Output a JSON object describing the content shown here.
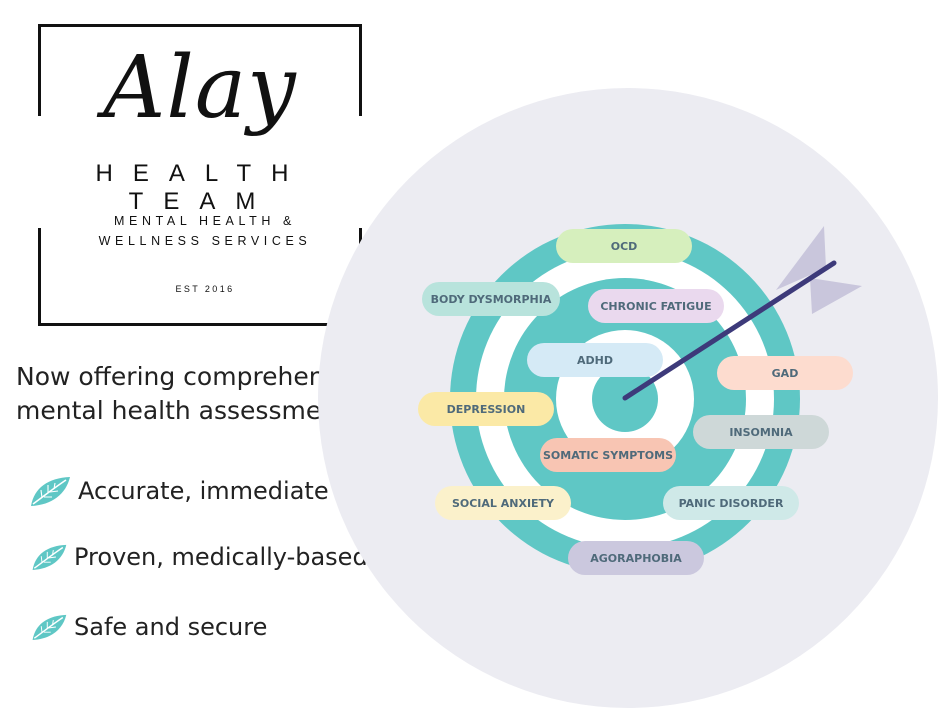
{
  "logo": {
    "script_name": "Alay",
    "subtitle": "HEALTH TEAM",
    "tagline_line1": "MENTAL HEALTH &",
    "tagline_line2": "WELLNESS SERVICES",
    "established": "EST 2016"
  },
  "headline": {
    "line1": "Now offering comprehensive",
    "line2": "mental health assessment!"
  },
  "bullets": [
    {
      "text": "Accurate, immediate results",
      "icon": "leaf-icon"
    },
    {
      "text": "Proven, medically-based",
      "icon": "leaf-icon"
    },
    {
      "text": "Safe and secure",
      "icon": "leaf-icon"
    }
  ],
  "target_labels": {
    "ocd": "OCD",
    "body_dysmorphia": "BODY DYSMORPHIA",
    "chronic_fatigue": "CHRONIC FATIGUE",
    "adhd": "ADHD",
    "gad": "GAD",
    "depression": "DEPRESSION",
    "insomnia": "INSOMNIA",
    "somatic_symptoms": "SOMATIC SYMPTOMS",
    "social_anxiety": "SOCIAL ANXIETY",
    "panic_disorder": "PANIC DISORDER",
    "agoraphobia": "AGORAPHOBIA"
  },
  "colors": {
    "teal": "#5fc7c5",
    "background_circle": "#ececf2",
    "arrow_shaft": "#3d3a7a",
    "arrow_fletching": "#c9c6dc",
    "leaf": "#5fc7c5"
  }
}
